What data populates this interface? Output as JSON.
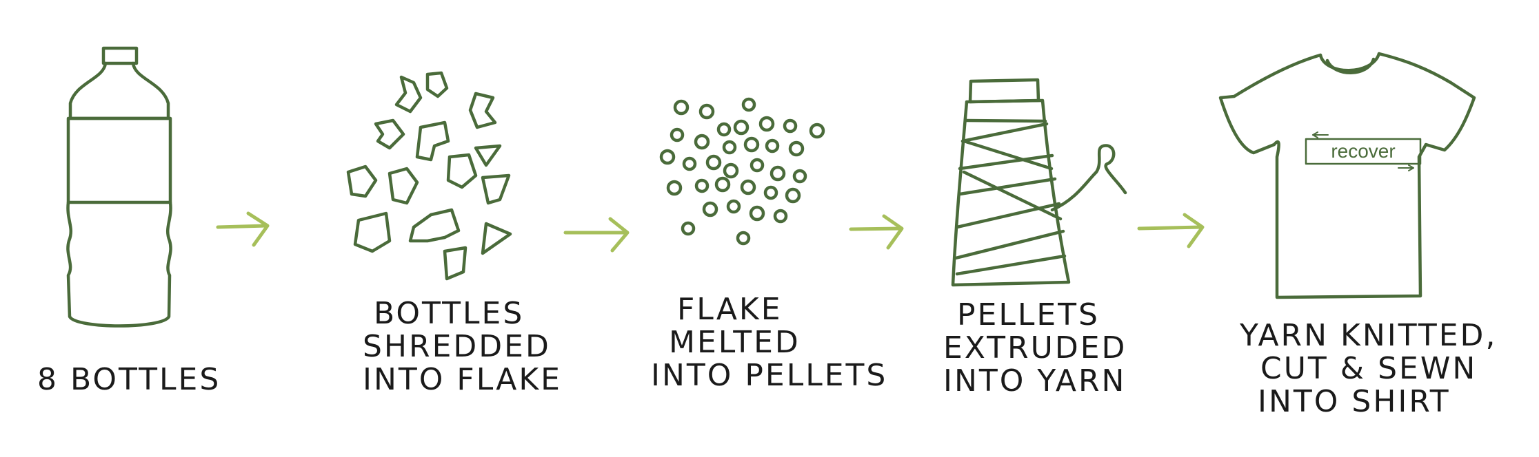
{
  "steps": [
    {
      "lines": [
        "8 BOTTLES"
      ]
    },
    {
      "lines": [
        "BOTTLES",
        "SHREDDED",
        "INTO FLAKE"
      ]
    },
    {
      "lines": [
        "FLAKE",
        "MELTED",
        "INTO PELLETS"
      ]
    },
    {
      "lines": [
        "PELLETS",
        "EXTRUDED",
        "INTO YARN"
      ]
    },
    {
      "lines": [
        "YARN KNITTED,",
        "CUT & SEWN",
        "INTO SHIRT"
      ]
    }
  ],
  "shirt_logo_text": "recover",
  "colors": {
    "ink": "#4a6b3a",
    "arrow": "#a6bf5a",
    "text": "#1a1a1a"
  },
  "icons": [
    "bottle-icon",
    "flakes-icon",
    "pellets-icon",
    "yarn-spool-icon",
    "tshirt-icon"
  ]
}
